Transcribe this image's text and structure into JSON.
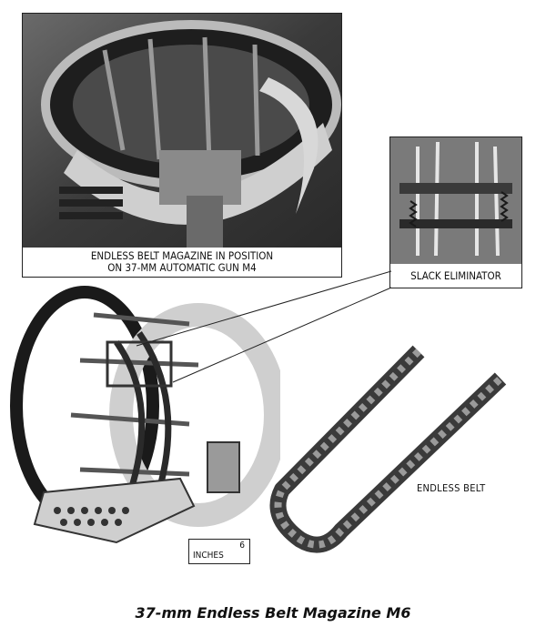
{
  "photos": {
    "top": {
      "caption_line1": "ENDLESS BELT MAGAZINE IN POSITION",
      "caption_line2": "ON 37-MM AUTOMATIC GUN M4"
    },
    "slack": {
      "label": "SLACK ELIMINATOR"
    },
    "belt": {
      "label": "ENDLESS BELT"
    }
  },
  "scale": {
    "units": "INCHES",
    "value": "6"
  },
  "figure": {
    "title": "37-mm Endless Belt Magazine M6"
  }
}
